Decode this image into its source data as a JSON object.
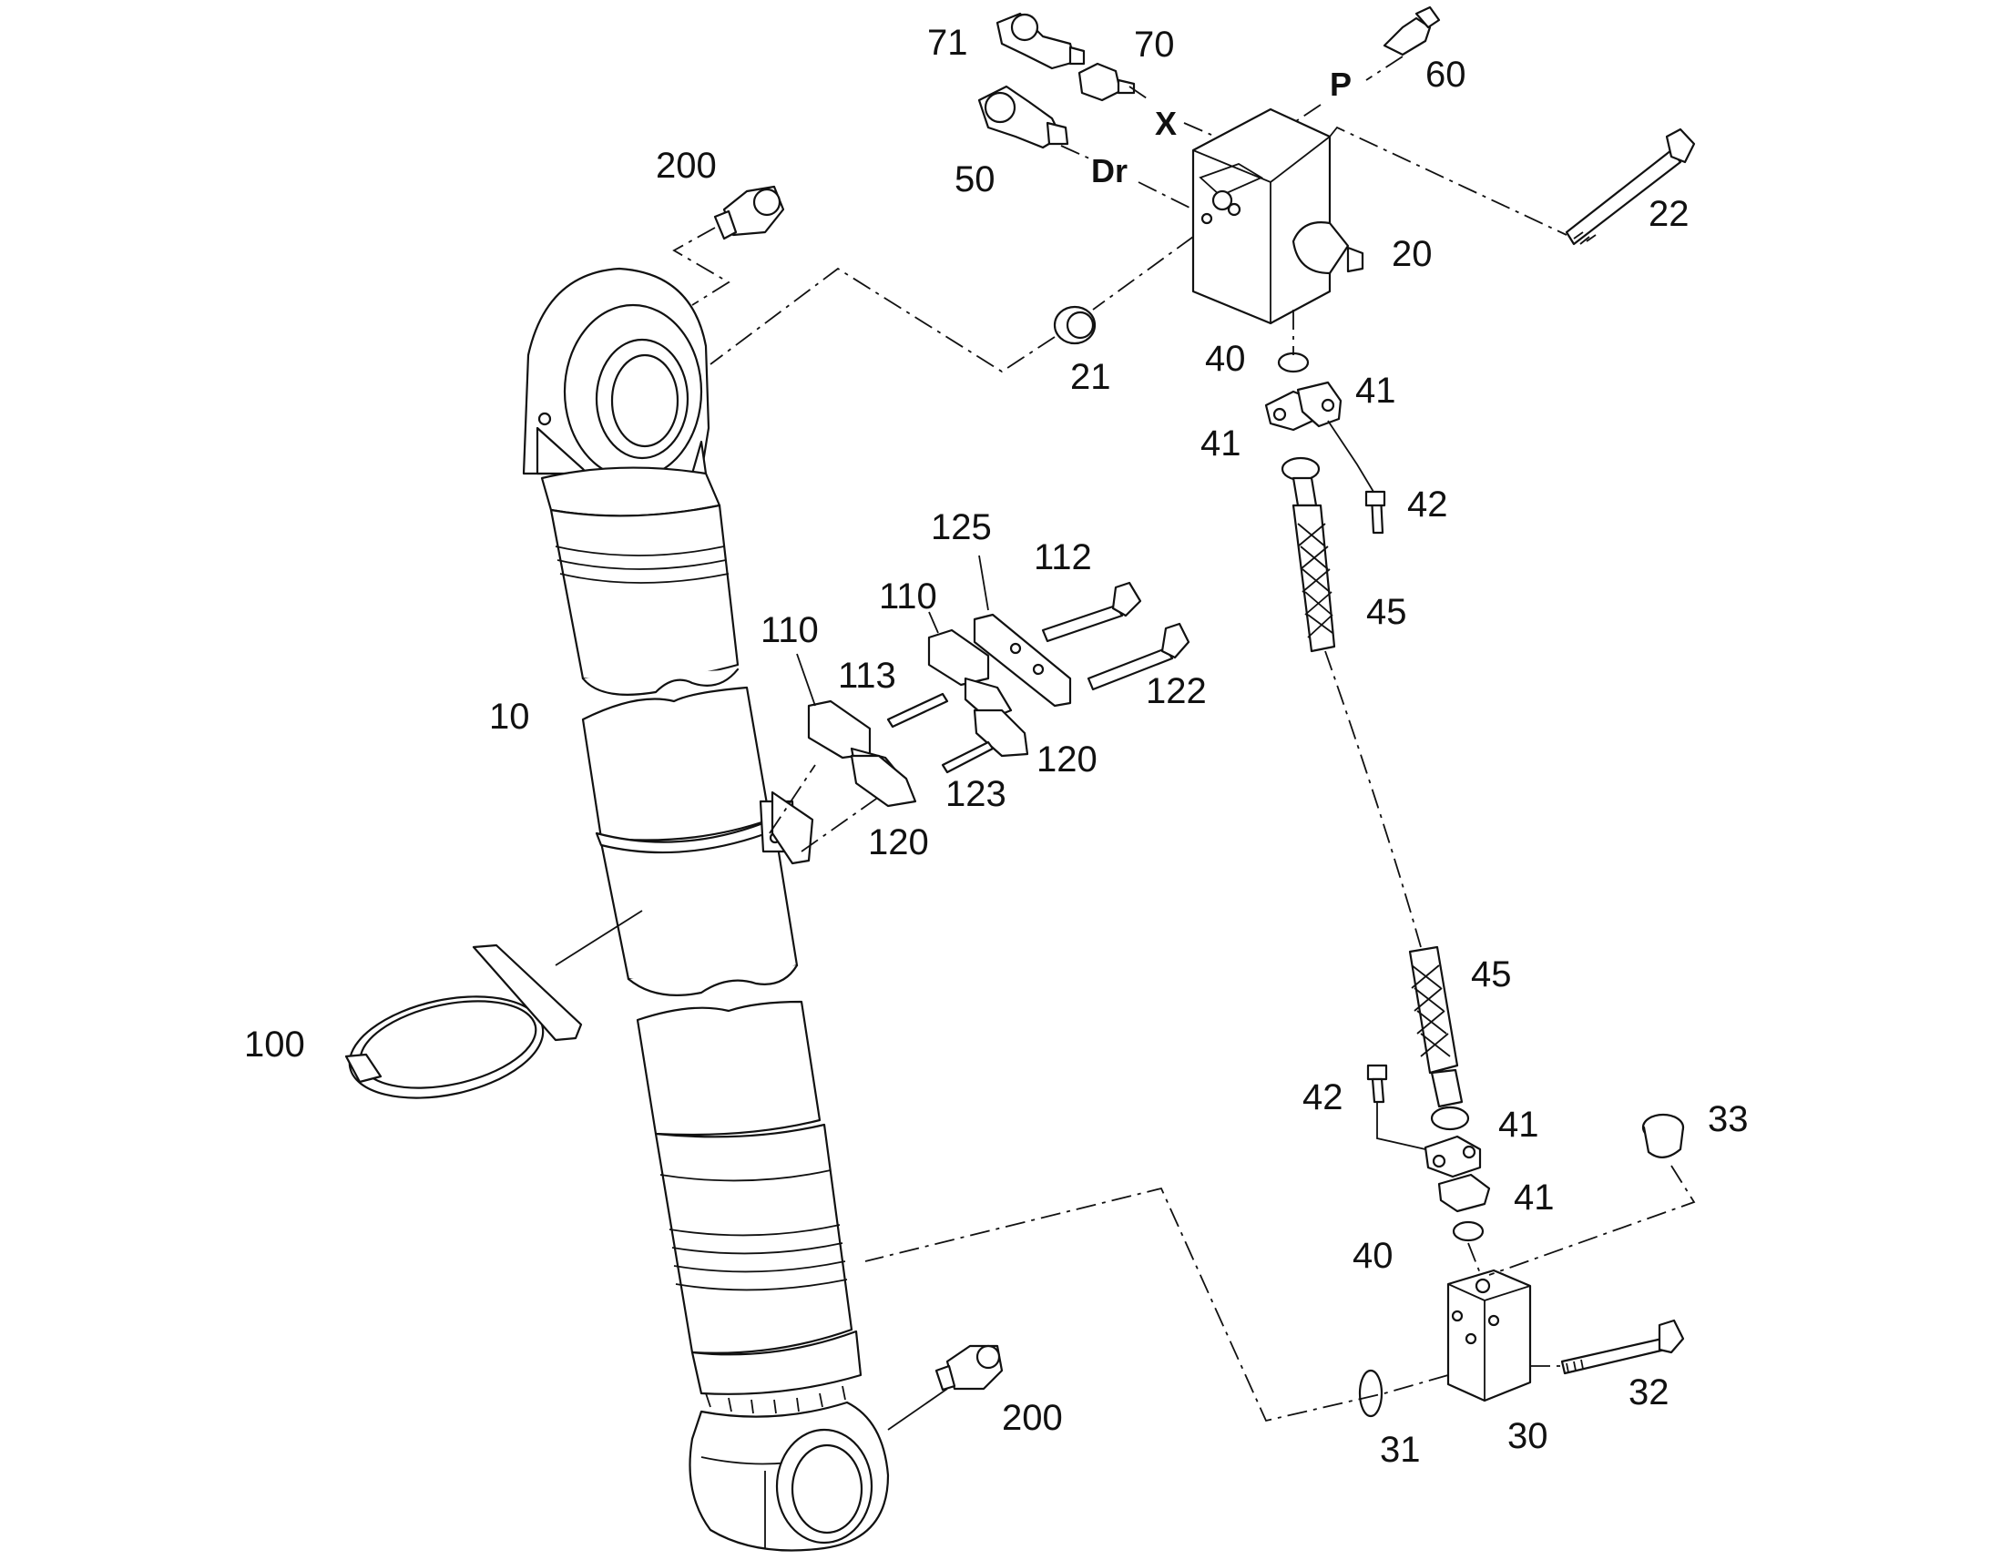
{
  "callouts": {
    "c10": "10",
    "c20": "20",
    "c21": "21",
    "c22": "22",
    "c30": "30",
    "c31": "31",
    "c32": "32",
    "c33": "33",
    "c40a": "40",
    "c40b": "40",
    "c41a": "41",
    "c41b": "41",
    "c41c": "41",
    "c41d": "41",
    "c42a": "42",
    "c42b": "42",
    "c45a": "45",
    "c45b": "45",
    "c50": "50",
    "c60": "60",
    "c70": "70",
    "c71": "71",
    "c100": "100",
    "c110a": "110",
    "c110b": "110",
    "c112": "112",
    "c113": "113",
    "c120a": "120",
    "c120b": "120",
    "c122": "122",
    "c123": "123",
    "c125": "125",
    "c200a": "200",
    "c200b": "200"
  },
  "ports": {
    "x": "X",
    "p": "P",
    "dr": "Dr"
  }
}
